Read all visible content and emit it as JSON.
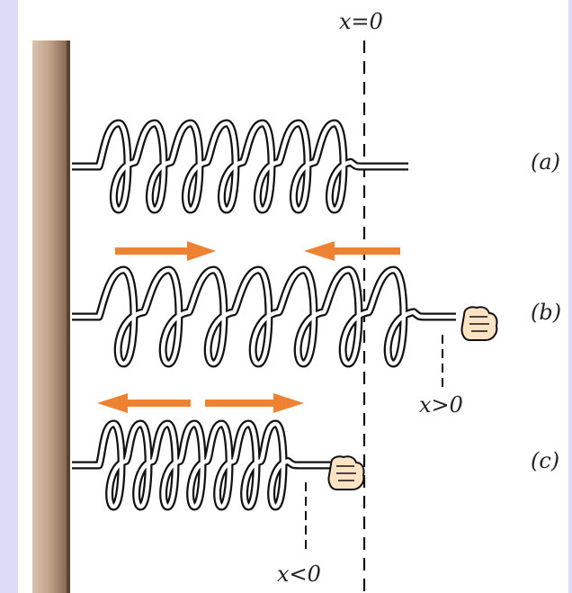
{
  "figure": {
    "top_label": "x=0",
    "case_labels": [
      "(a)",
      "(b)",
      "(c)"
    ],
    "displacement_labels": {
      "stretched": "x>0",
      "compressed": "x<0"
    }
  },
  "colors": {
    "background": "#dcdcf6",
    "panel": "#ffffff",
    "arrow": "#ee8233",
    "wall": "#b99e84",
    "spring_stroke": "#111111",
    "hand": "#fde3c4"
  },
  "icons": [
    "wall",
    "spring",
    "hand-icon",
    "arrow-right-icon",
    "arrow-left-icon",
    "dashed-line"
  ]
}
